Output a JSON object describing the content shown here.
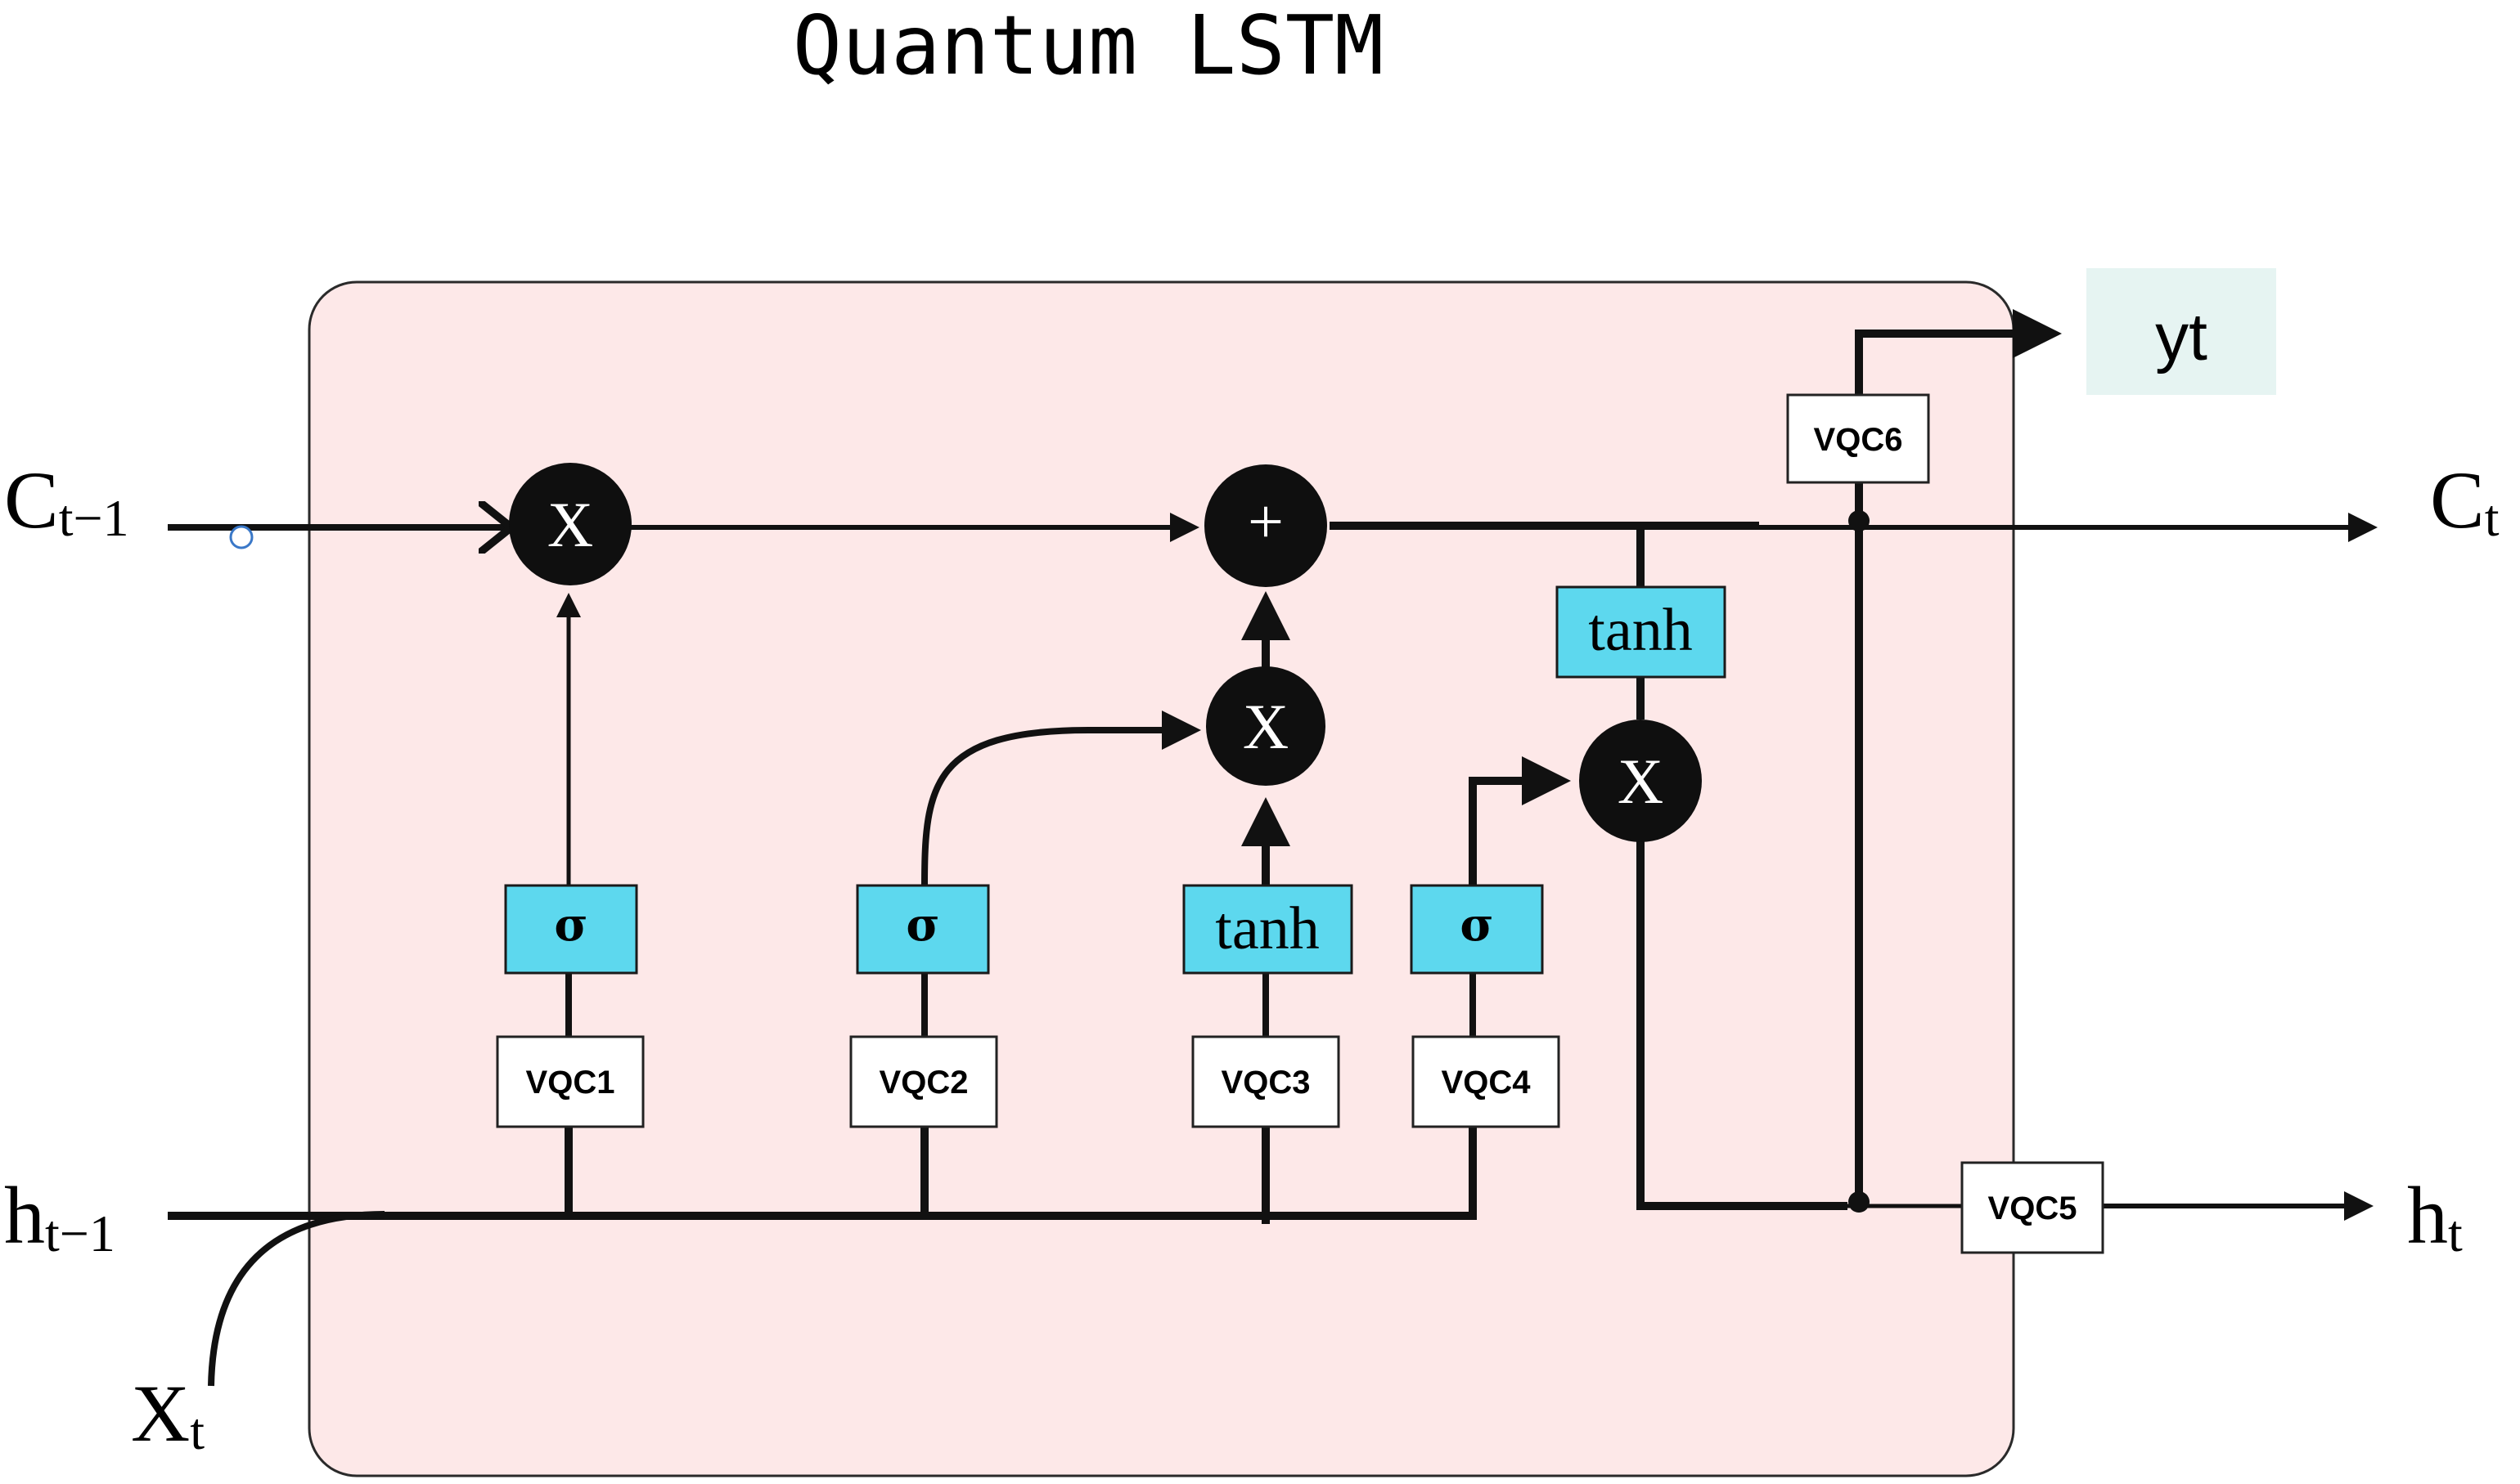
{
  "title": "Quantum LSTM",
  "inputs": {
    "c_prev": {
      "base": "C",
      "sub": "t−1"
    },
    "h_prev": {
      "base": "h",
      "sub": "t−1"
    },
    "x_t": {
      "base": "X",
      "sub": "t"
    }
  },
  "outputs": {
    "c_t": {
      "base": "C",
      "sub": "t"
    },
    "h_t": {
      "base": "h",
      "sub": "t"
    },
    "y_t": "yt"
  },
  "operators": {
    "forget_multiply": "X",
    "cell_add": "+",
    "input_multiply": "X",
    "output_multiply": "X"
  },
  "activations": {
    "forget_gate": "σ",
    "input_gate": "σ",
    "candidate": "tanh",
    "output_gate": "σ",
    "cell_tanh": "tanh"
  },
  "vqc": {
    "vqc1": "VQC1",
    "vqc2": "VQC2",
    "vqc3": "VQC3",
    "vqc4": "VQC4",
    "vqc5": "VQC5",
    "vqc6": "VQC6"
  },
  "colors": {
    "cell_fill": "#fde8e8",
    "activation_fill": "#5dd8ee",
    "operator_fill": "#0f0f0f",
    "output_box_fill": "#e6f4f2",
    "wire": "#111111"
  }
}
